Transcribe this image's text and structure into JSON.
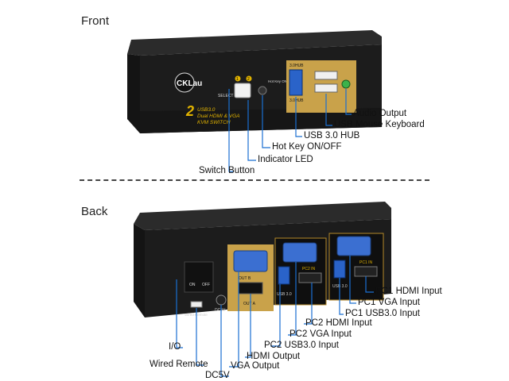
{
  "sections": {
    "front": "Front",
    "back": "Back"
  },
  "device_text": {
    "brand": "CKLau",
    "model_line1": "USB3.0",
    "model_line2": "Dual HDMI & VGA",
    "model_line3": "KVM SWITCH",
    "model_number": "2",
    "select_label": "SELECT",
    "port1": "1",
    "port2": "2",
    "hotkey_label": "Hot Key ON/OFF",
    "hub_label": "3.0HUB",
    "usb_label": "3.0HUB",
    "front_power_on": "ON",
    "front_power_off": "OFF",
    "wired_remote": "Wired Remote",
    "dc5v": "DC5V",
    "out_a": "OUT A",
    "out_b": "OUT B",
    "usb30": "USB 3.0",
    "pc1_in": "PC1 IN",
    "pc2_in": "PC2 IN"
  },
  "front_callouts": [
    "Audio Output",
    "USB Mouse Keyboard",
    "USB 3.0 HUB",
    "Hot Key ON/OFF",
    "Indicator LED",
    "Switch Button"
  ],
  "back_callouts": [
    "PC1 HDMI Input",
    "PC1 VGA Input",
    "PC1 USB3.0 Input",
    "PC2 HDMI Input",
    "PC2 VGA Input",
    "PC2 USB3.0 Input",
    "HDMI Output",
    "I/O",
    "Wired Remote",
    "VGA Output",
    "DC5V"
  ],
  "colors": {
    "lead_line": "#1a6fd1",
    "gold_panel": "#c9a24a",
    "device_body": "#1c1c1c"
  }
}
